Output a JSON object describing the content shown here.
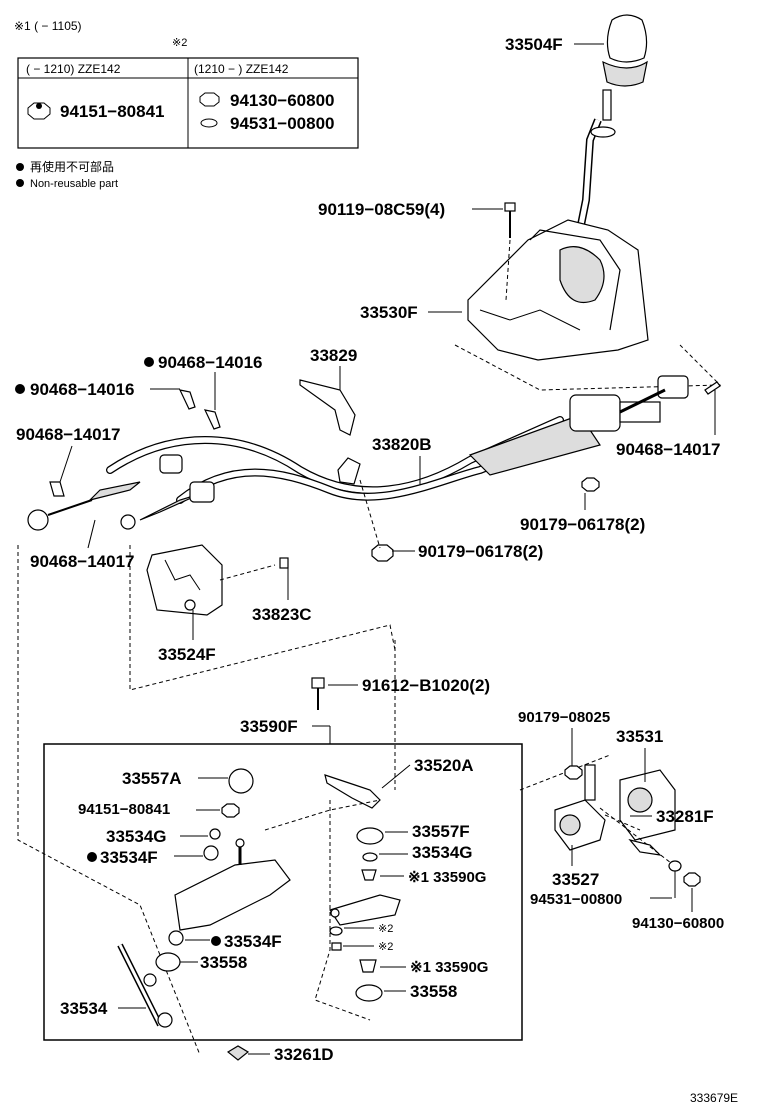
{
  "header": {
    "note1": "※1 (      − 1105)",
    "note2": "※2",
    "table_col1_header": "(      − 1210) ZZE142",
    "table_col2_header": "(1210 −        ) ZZE142",
    "table_col1_part": "94151−80841",
    "table_col2_part_a": "94130−60800",
    "table_col2_part_b": "94531−00800"
  },
  "legend": {
    "line_jp": "再使用不可部品",
    "line_en": "Non-reusable part"
  },
  "parts": {
    "p33504F": "33504F",
    "p90119": "90119−08C59(4)",
    "p33530F": "33530F",
    "p90468_14016_a": "90468−14016",
    "p33829": "33829",
    "p90468_14016_b": "90468−14016",
    "p90468_14017_a": "90468−14017",
    "p33820B": "33820B",
    "p90468_14017_b": "90468−14017",
    "p90179_06178_a": "90179−06178(2)",
    "p90468_14017_c": "90468−14017",
    "p90179_06178_b": "90179−06178(2)",
    "p33823C": "33823C",
    "p33524F": "33524F",
    "p91612": "91612−B1020(2)",
    "p33590F": "33590F",
    "p90179_08025": "90179−08025",
    "p33531": "33531",
    "p33557A": "33557A",
    "p33520A": "33520A",
    "p94151": "94151−80841",
    "p33281F": "33281F",
    "p33534G_a": "33534G",
    "p33557F": "33557F",
    "p33534F_a": "33534F",
    "p33534G_b": "33534G",
    "p33590G_a": "※1 33590G",
    "p33527": "33527",
    "p94531": "94531−00800",
    "p94130": "94130−60800",
    "p33534F_b": "33534F",
    "p33558_a": "33558",
    "p_mark2_a": "※2",
    "p_mark2_b": "※2",
    "p33590G_b": "※1 33590G",
    "p33534": "33534",
    "p33558_b": "33558",
    "p33261D": "33261D"
  },
  "footer": {
    "illustration_code": "333679E"
  }
}
